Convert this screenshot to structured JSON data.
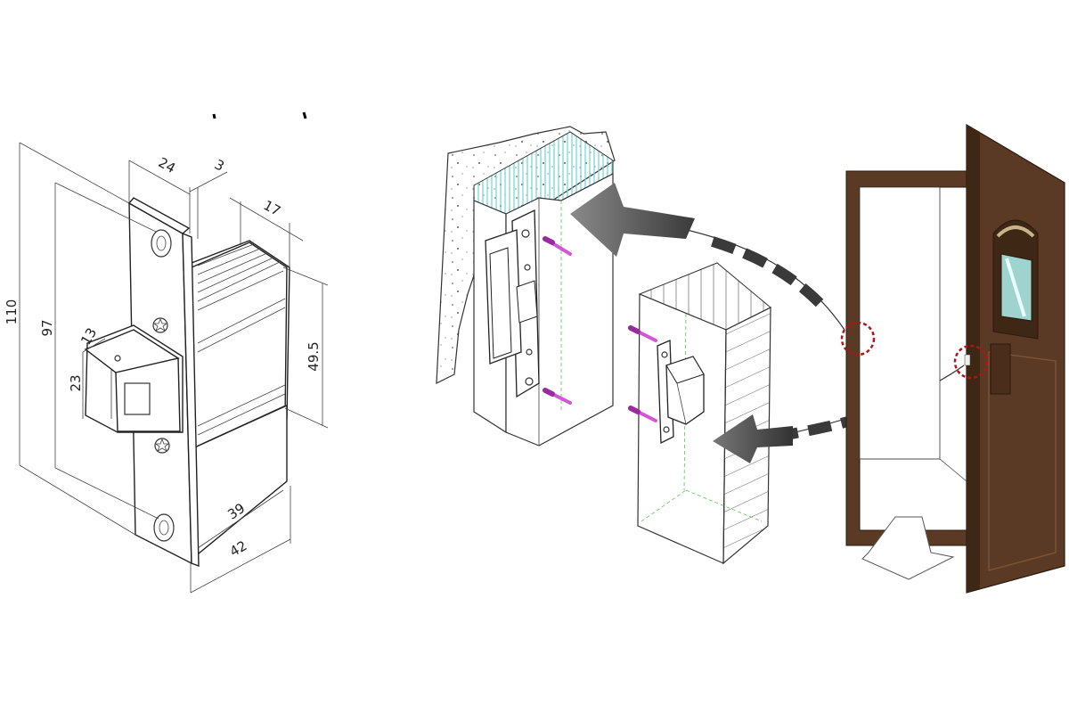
{
  "dimensions": {
    "d110": "110",
    "d97": "97",
    "d13": "13",
    "d23": "23",
    "d24": "24",
    "d3": "3",
    "d17": "17",
    "d49_5": "49.5",
    "d39": "39",
    "d42": "42"
  },
  "colors": {
    "door": "#5a3a24",
    "door_dark": "#3f2716",
    "arrow_dark": "#3a3a3a",
    "arrow_light": "#8a8a8a",
    "screw": "#d257d6",
    "hatch_cyan": "#6fd3d3",
    "guide_green": "#3cc33c",
    "highlight_circle": "#b01515",
    "glass": "#9fd3cf"
  },
  "icons": [
    "phillips-screw-icon",
    "door-icon",
    "curved-arrow-icon"
  ]
}
